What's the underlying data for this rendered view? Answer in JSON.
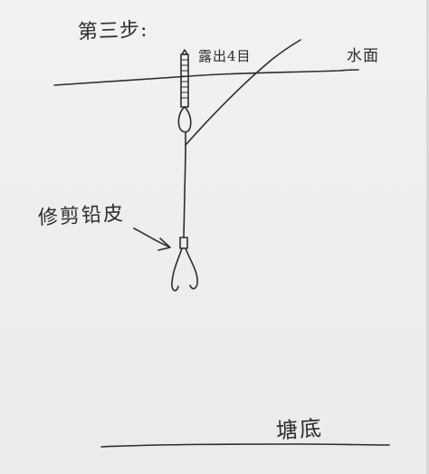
{
  "title": "第三步:",
  "labels": {
    "float_tip": "露出4目",
    "water_surface": "水面",
    "sinker": "修剪铅皮",
    "pond_bottom": "塘底"
  },
  "colors": {
    "ink": "#2d2d2d",
    "paper": "#f1f0ee"
  }
}
